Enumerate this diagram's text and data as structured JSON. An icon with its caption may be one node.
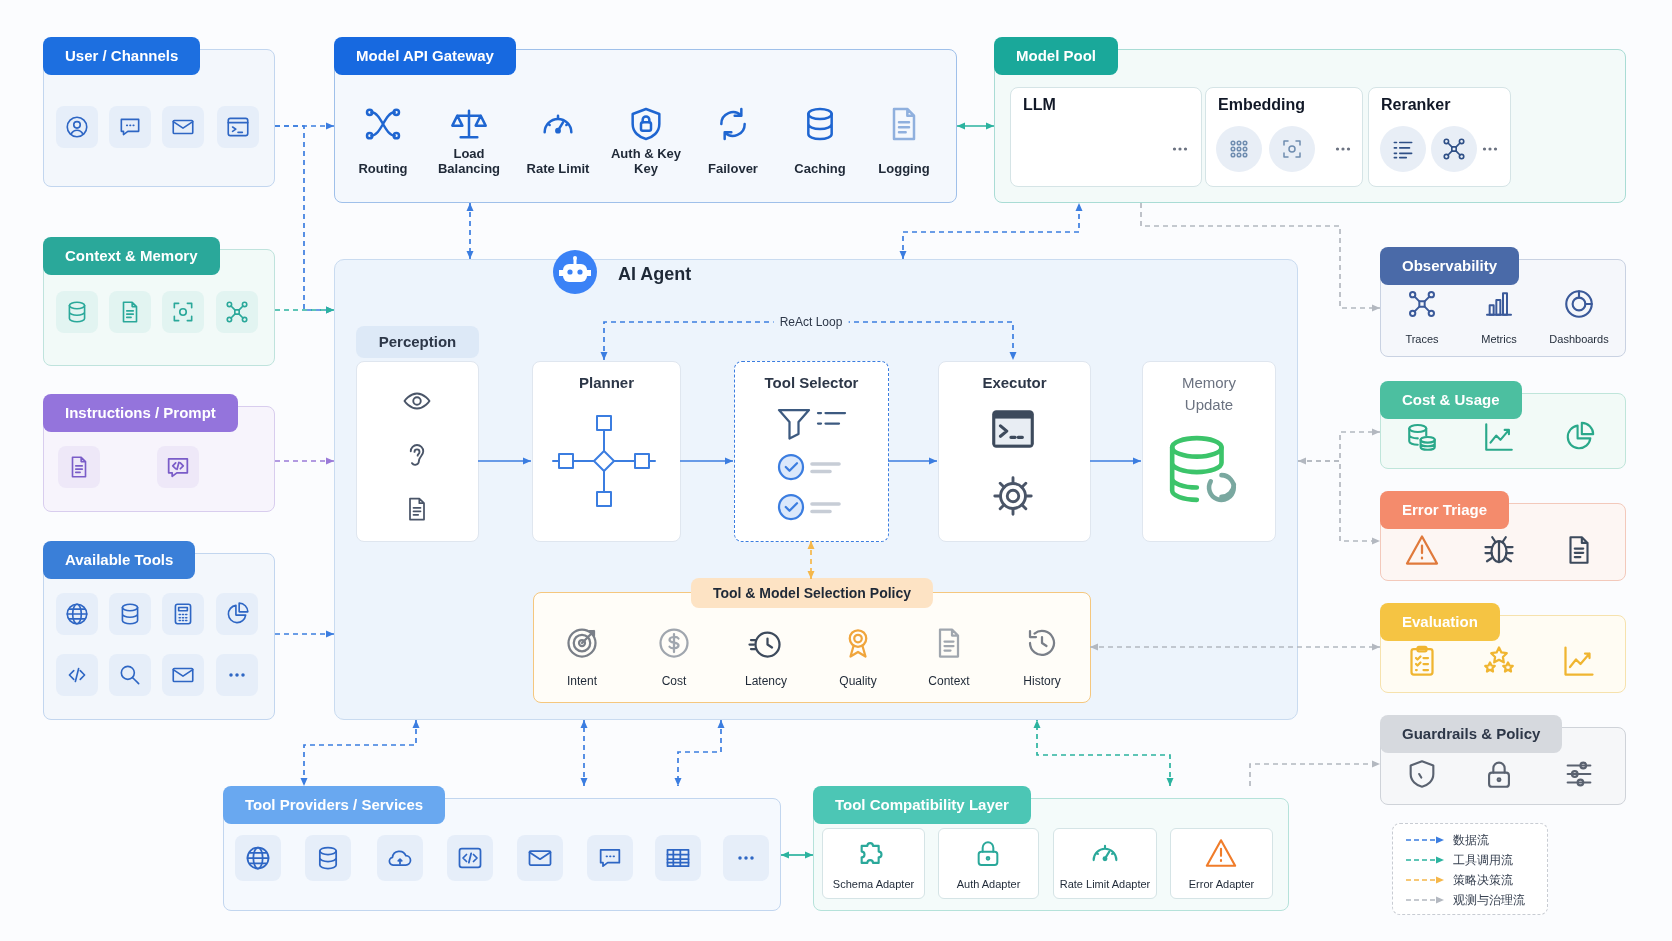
{
  "diagram": {
    "nodes": [
      {
        "text": [
          "User / Channels"
        ]
      },
      {
        "text": [
          "Context & Memory"
        ]
      },
      {
        "text": [
          "Instructions / Prompt"
        ]
      },
      {
        "text": [
          "Available Tools"
        ]
      },
      {
        "text": [
          "Model API Gateway"
        ]
      },
      {
        "text": [
          "Model Pool"
        ]
      },
      {
        "text": [
          "LLM"
        ],
        "in": 5
      },
      {
        "text": [
          "Embedding"
        ],
        "in": 5
      },
      {
        "text": [
          "Reranker"
        ],
        "in": 5
      },
      {
        "text": [
          "AI Agent"
        ]
      },
      {
        "text": [
          "Perception"
        ],
        "in": 9
      },
      {
        "text": [
          "Planner"
        ],
        "in": 9
      },
      {
        "text": [
          "Tool Selector"
        ],
        "in": 9
      },
      {
        "text": [
          "Executor"
        ],
        "in": 9
      },
      {
        "text": [
          "Memory Update"
        ],
        "in": 9
      },
      {
        "text": [
          "Tool & Model Selection Policy"
        ],
        "in": 9
      },
      {
        "text": [
          "Observability"
        ]
      },
      {
        "text": [
          "Cost & Usage"
        ]
      },
      {
        "text": [
          "Error Triage"
        ]
      },
      {
        "text": [
          "Evaluation"
        ]
      },
      {
        "text": [
          "Guardrails & Policy"
        ]
      },
      {
        "text": [
          "Tool Providers / Services"
        ]
      },
      {
        "text": [
          "Tool Compatibility Layer"
        ]
      },
      {
        "text": [
          "Schema Adapter"
        ],
        "in": 22
      },
      {
        "text": [
          "Auth Adapter"
        ],
        "in": 22
      },
      {
        "text": [
          "Rate Limit Adapter"
        ],
        "in": 22
      },
      {
        "text": [
          "Error Adapter"
        ],
        "in": 22
      }
    ],
    "edges": [
      {
        "from": 0,
        "to": 4,
        "arrow": "to",
        "style": "dashed"
      },
      {
        "from": 0,
        "to": 9,
        "arrow": "to",
        "style": "dashed"
      },
      {
        "from": 1,
        "to": 9,
        "arrow": "to",
        "style": "dashed",
        "color": "#2bb39f"
      },
      {
        "from": 2,
        "to": 9,
        "arrow": "to",
        "style": "dashed",
        "color": "#9a7ad8"
      },
      {
        "from": 3,
        "to": 9,
        "arrow": "to",
        "style": "dashed"
      },
      {
        "from": 4,
        "to": 5,
        "arrow": "both",
        "color": "#2bb39f"
      },
      {
        "from": 4,
        "to": 9,
        "arrow": "both",
        "style": "dashed"
      },
      {
        "from": 9,
        "to": 5,
        "arrow": "both",
        "style": "dashed"
      },
      {
        "from": 5,
        "to": 16,
        "arrow": "to",
        "style": "dashed",
        "color": "#b3b8c0"
      },
      {
        "from": 9,
        "to": 17,
        "arrow": "both",
        "style": "dashed",
        "color": "#b3b8c0"
      },
      {
        "from": 9,
        "to": 18,
        "arrow": "to",
        "style": "dashed",
        "color": "#b3b8c0"
      },
      {
        "from": 15,
        "to": 19,
        "arrow": "both",
        "style": "dashed",
        "color": "#b3b8c0"
      },
      {
        "from": 22,
        "to": 20,
        "arrow": "to",
        "style": "dashed",
        "color": "#b3b8c0"
      },
      {
        "from": 10,
        "to": 11,
        "arrow": "to"
      },
      {
        "from": 11,
        "to": 12,
        "arrow": "to"
      },
      {
        "from": 12,
        "to": 13,
        "arrow": "to"
      },
      {
        "from": 13,
        "to": 14,
        "arrow": "to"
      },
      {
        "from": 11,
        "to": 13,
        "arrow": "both",
        "style": "dashed",
        "label": "ReAct Loop"
      },
      {
        "from": 12,
        "to": 15,
        "arrow": "both",
        "style": "dashed",
        "color": "#f5b74a"
      },
      {
        "from": 9,
        "to": 21,
        "arrow": "both",
        "style": "dashed"
      },
      {
        "from": 21,
        "to": 9,
        "arrow": "both",
        "style": "dashed"
      },
      {
        "from": 9,
        "to": 21,
        "arrow": "both",
        "style": "dashed"
      },
      {
        "from": 21,
        "to": 22,
        "arrow": "both",
        "color": "#2bb39f"
      },
      {
        "from": 22,
        "to": 9,
        "arrow": "both",
        "style": "dashed",
        "color": "#2bb39f"
      }
    ],
    "labels": [
      "Routing",
      "Load Balancing",
      "Rate Limit",
      "Auth & Key Key",
      "Failover",
      "Caching",
      "Logging",
      "Traces",
      "Metrics",
      "Dashboards",
      "Intent",
      "Cost",
      "Latency",
      "Quality",
      "Context",
      "History"
    ],
    "legend": [
      {
        "text": "数据流"
      },
      {
        "text": "工具调用流"
      },
      {
        "text": "策略决策流"
      },
      {
        "text": "观测与治理流"
      }
    ]
  }
}
